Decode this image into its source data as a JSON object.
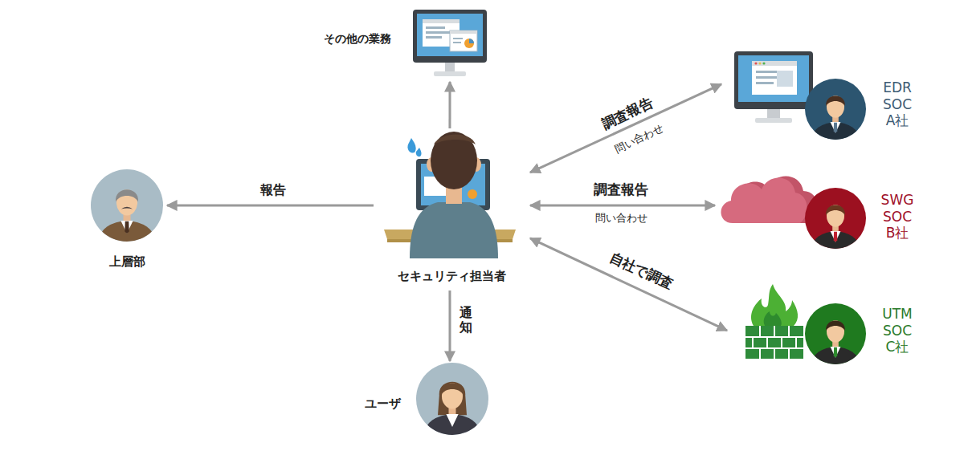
{
  "diagram": {
    "nodes": [
      {
        "text": [
          "その他の業務"
        ]
      },
      {
        "text": [
          "EDR SOC A社"
        ]
      },
      {
        "text": [
          "上層部"
        ]
      },
      {
        "text": [
          "セキュリティ担当者"
        ]
      },
      {
        "text": [
          "SWG SOC B社"
        ]
      },
      {
        "text": [
          "UTM SOC C社"
        ]
      },
      {
        "text": [
          "ユーザ"
        ]
      }
    ],
    "edges": [
      {
        "from": 3,
        "to": 0,
        "arrow": "to"
      },
      {
        "from": 3,
        "to": 2,
        "label": "報告",
        "arrow": "to"
      },
      {
        "from": 3,
        "to": 1,
        "label": "調査報告",
        "arrow": "both"
      },
      {
        "from": 3,
        "to": 4,
        "label": "調査報告",
        "arrow": "both"
      },
      {
        "from": 3,
        "to": 5,
        "label": "自社で調査",
        "arrow": "both"
      },
      {
        "from": 3,
        "to": 6,
        "label": "通知",
        "arrow": "to"
      }
    ],
    "labels": [
      "問い合わせ",
      "問い合わせ"
    ]
  }
}
